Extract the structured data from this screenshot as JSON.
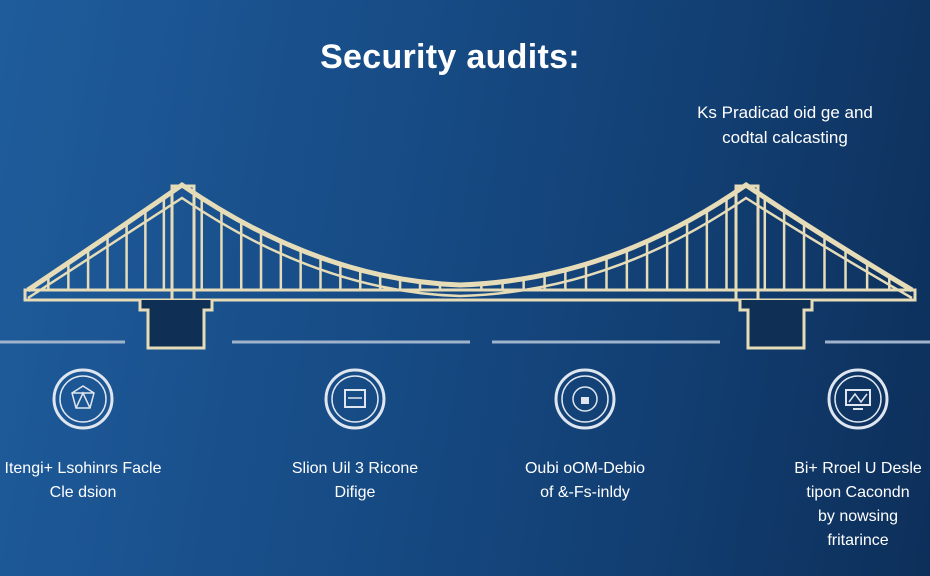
{
  "title": "Security audits:",
  "note": [
    "Ks Pradicad oid ge and",
    "codtal calcasting"
  ],
  "items": [
    {
      "icon": "shield-network-icon",
      "lines": [
        "Itengi+ Lsohinrs Facle",
        "Cle dsion"
      ]
    },
    {
      "icon": "monitor-icon",
      "lines": [
        "Slion Uil 3 Ricone",
        "Difige"
      ]
    },
    {
      "icon": "lock-badge-icon",
      "lines": [
        "Oubi oOM-Debio",
        "of &-Fs-inldy"
      ]
    },
    {
      "icon": "dashboard-icon",
      "lines": [
        "Bi+ Rroel U Desle",
        "tipon Cacondn",
        "by nowsing",
        "fritarince"
      ]
    }
  ],
  "colors": {
    "bridge": "#e6dcb8",
    "divider": "#9fb3cc"
  }
}
